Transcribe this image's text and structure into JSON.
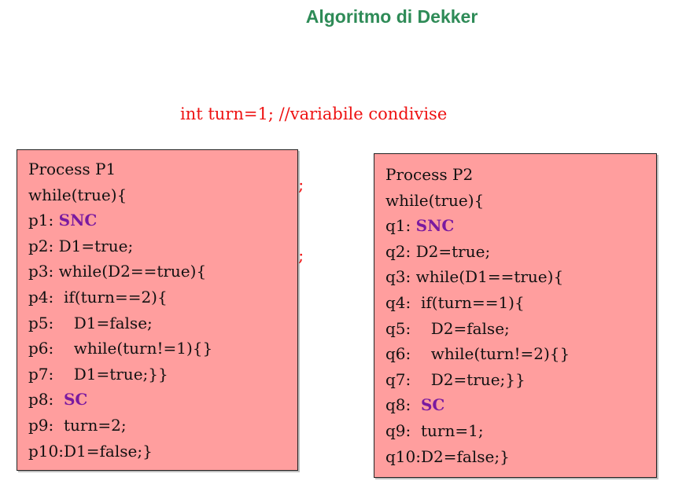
{
  "title": "Algoritmo di Dekker",
  "declarations": [
    "int turn=1; //variabile condivise",
    "bool D1=false;",
    "bool D2=false;"
  ],
  "p1": {
    "header": "Process P1",
    "loop": "while(true){",
    "l1_prefix": "p1: ",
    "l1_kw": "SNC",
    "l2": "p2: D1=true;",
    "l3": "p3: while(D2==true){",
    "l4": "p4:  if(turn==2){",
    "l5": "p5:    D1=false;",
    "l6": "p6:    while(turn!=1){}",
    "l7": "p7:    D1=true;}}",
    "l8_prefix": "p8:  ",
    "l8_kw": "SC",
    "l9": "p9:  turn=2;",
    "l10": "p10:D1=false;}"
  },
  "p2": {
    "header": "Process P2",
    "loop": "while(true){",
    "l1_prefix": "q1: ",
    "l1_kw": "SNC",
    "l2": "q2: D2=true;",
    "l3": "q3: while(D1==true){",
    "l4": "q4:  if(turn==1){",
    "l5": "q5:    D2=false;",
    "l6": "q6:    while(turn!=2){}",
    "l7": "q7:    D2=true;}}",
    "l8_prefix": "q8:  ",
    "l8_kw": "SC",
    "l9": "q9:  turn=1;",
    "l10": "q10:D2=false;}"
  }
}
